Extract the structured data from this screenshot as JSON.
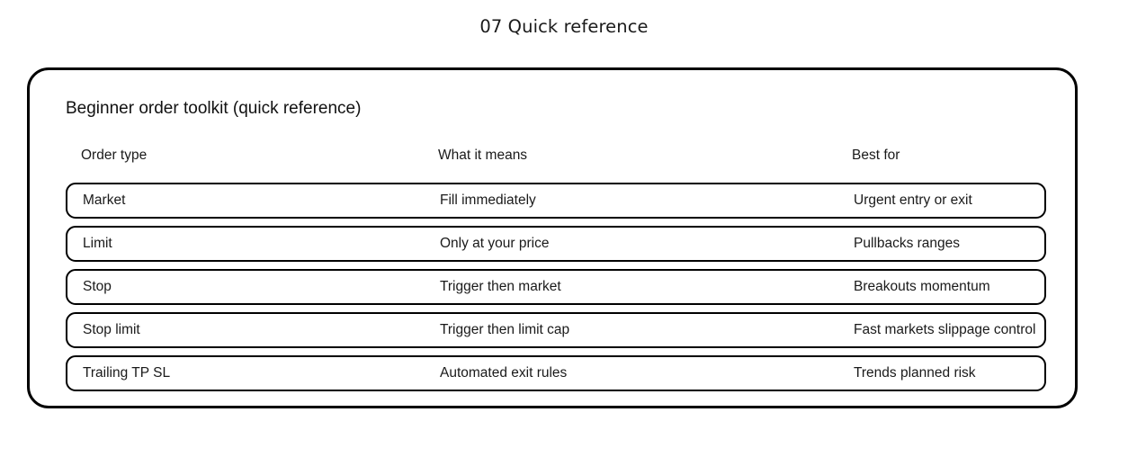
{
  "slide": {
    "title": "07 Quick reference"
  },
  "card": {
    "title": "Beginner order toolkit (quick reference)",
    "columns": [
      {
        "key": "order_type",
        "label": "Order type"
      },
      {
        "key": "what_it_means",
        "label": "What it means"
      },
      {
        "key": "best_for",
        "label": "Best for"
      }
    ],
    "rows": [
      {
        "order_type": "Market",
        "what_it_means": "Fill immediately",
        "best_for": "Urgent entry or exit"
      },
      {
        "order_type": "Limit",
        "what_it_means": "Only at your price",
        "best_for": "Pullbacks ranges"
      },
      {
        "order_type": "Stop",
        "what_it_means": "Trigger then market",
        "best_for": "Breakouts momentum"
      },
      {
        "order_type": "Stop limit",
        "what_it_means": "Trigger then limit cap",
        "best_for": "Fast markets slippage control"
      },
      {
        "order_type": "Trailing TP SL",
        "what_it_means": "Automated exit rules",
        "best_for": "Trends planned risk"
      }
    ]
  },
  "style": {
    "border_color": "#000000",
    "text_color": "#1a1a1a",
    "background": "#ffffff"
  }
}
